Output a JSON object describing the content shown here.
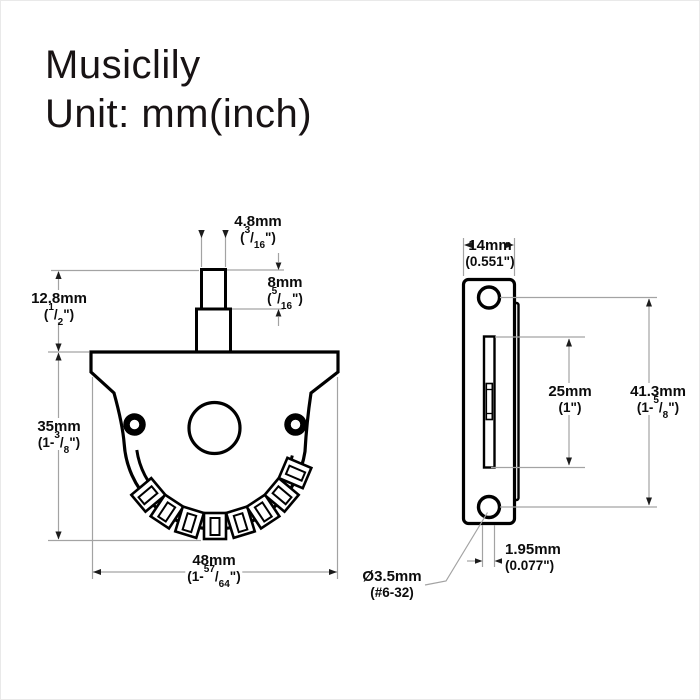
{
  "title": {
    "line1": "Musiclily",
    "line2": "Unit: mm(inch)"
  },
  "front_view": {
    "shaft_width": {
      "mm": "4.8mm",
      "inch": "(3/16\")"
    },
    "shaft_height": {
      "mm": "8mm",
      "inch": "(5/16\")"
    },
    "tip_to_plate": {
      "mm": "12.8mm",
      "inch": "(1/2\")"
    },
    "body_height": {
      "mm": "35mm",
      "inch": "(1-3/8\")"
    },
    "plate_width": {
      "mm": "48mm",
      "inch": "(1-57/64\")"
    }
  },
  "side_view": {
    "body_width": {
      "mm": "14mm",
      "inch": "(0.551\")"
    },
    "slot_length": {
      "mm": "25mm",
      "inch": "(1\")"
    },
    "hole_spacing": {
      "mm": "41.3mm",
      "inch": "(1-5/8\")"
    },
    "slot_width": {
      "mm": "1.95mm",
      "inch": "(0.077\")"
    },
    "screw_hole": {
      "diameter": "Ø3.5mm",
      "thread": "(#6-32)"
    }
  },
  "colors": {
    "line": "#000000",
    "dim_line": "#a3a3a3",
    "text": "#0c0c0c"
  }
}
